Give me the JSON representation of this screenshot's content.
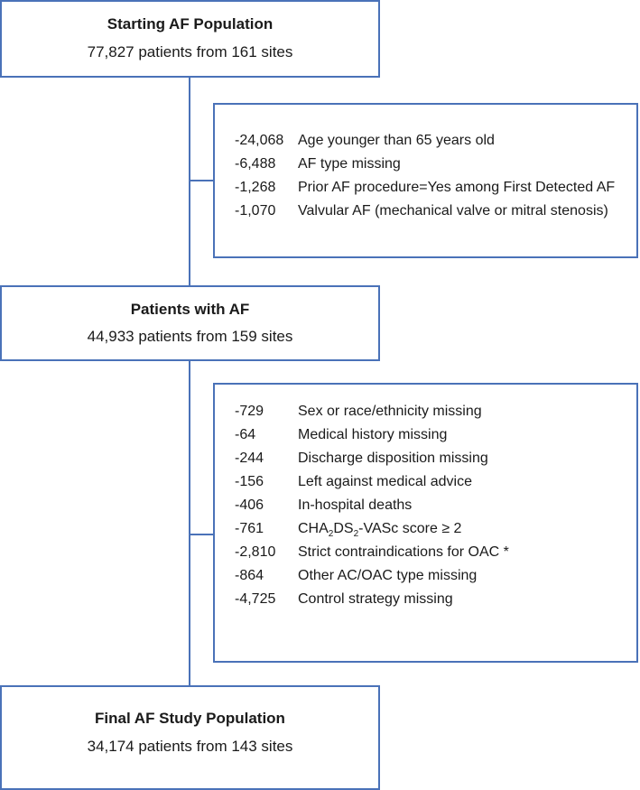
{
  "nodes": {
    "start": {
      "title": "Starting AF Population",
      "subtitle": "77,827 patients from 161 sites"
    },
    "middle": {
      "title": "Patients with AF",
      "subtitle": "44,933 patients from 159 sites"
    },
    "final": {
      "title": "Final AF Study Population",
      "subtitle": "34,174 patients from 143 sites"
    }
  },
  "exclusions_1": [
    {
      "count": "-24,068",
      "reason": "Age younger than 65 years old"
    },
    {
      "count": "-6,488",
      "reason": "AF type missing"
    },
    {
      "count": "-1,268",
      "reason": "Prior AF procedure=Yes among First Detected AF"
    },
    {
      "count": "-1,070",
      "reason": "Valvular AF (mechanical valve or mitral stenosis)"
    }
  ],
  "exclusions_2": [
    {
      "count": "-729",
      "reason": "Sex or race/ethnicity missing"
    },
    {
      "count": "-64",
      "reason": "Medical history missing"
    },
    {
      "count": "-244",
      "reason": "Discharge disposition missing"
    },
    {
      "count": "-156",
      "reason": "Left against medical advice"
    },
    {
      "count": "-406",
      "reason": "In-hospital deaths"
    },
    {
      "count": "-761",
      "reason": "CHA2DS2-VASc score ≥ 2"
    },
    {
      "count": "-2,810",
      "reason": "Strict contraindications for OAC *"
    },
    {
      "count": "-864",
      "reason": "Other AC/OAC type missing"
    },
    {
      "count": "-4,725",
      "reason": "Control strategy missing"
    }
  ],
  "colors": {
    "border": "#4a72b8",
    "text": "#1a1a1a"
  }
}
